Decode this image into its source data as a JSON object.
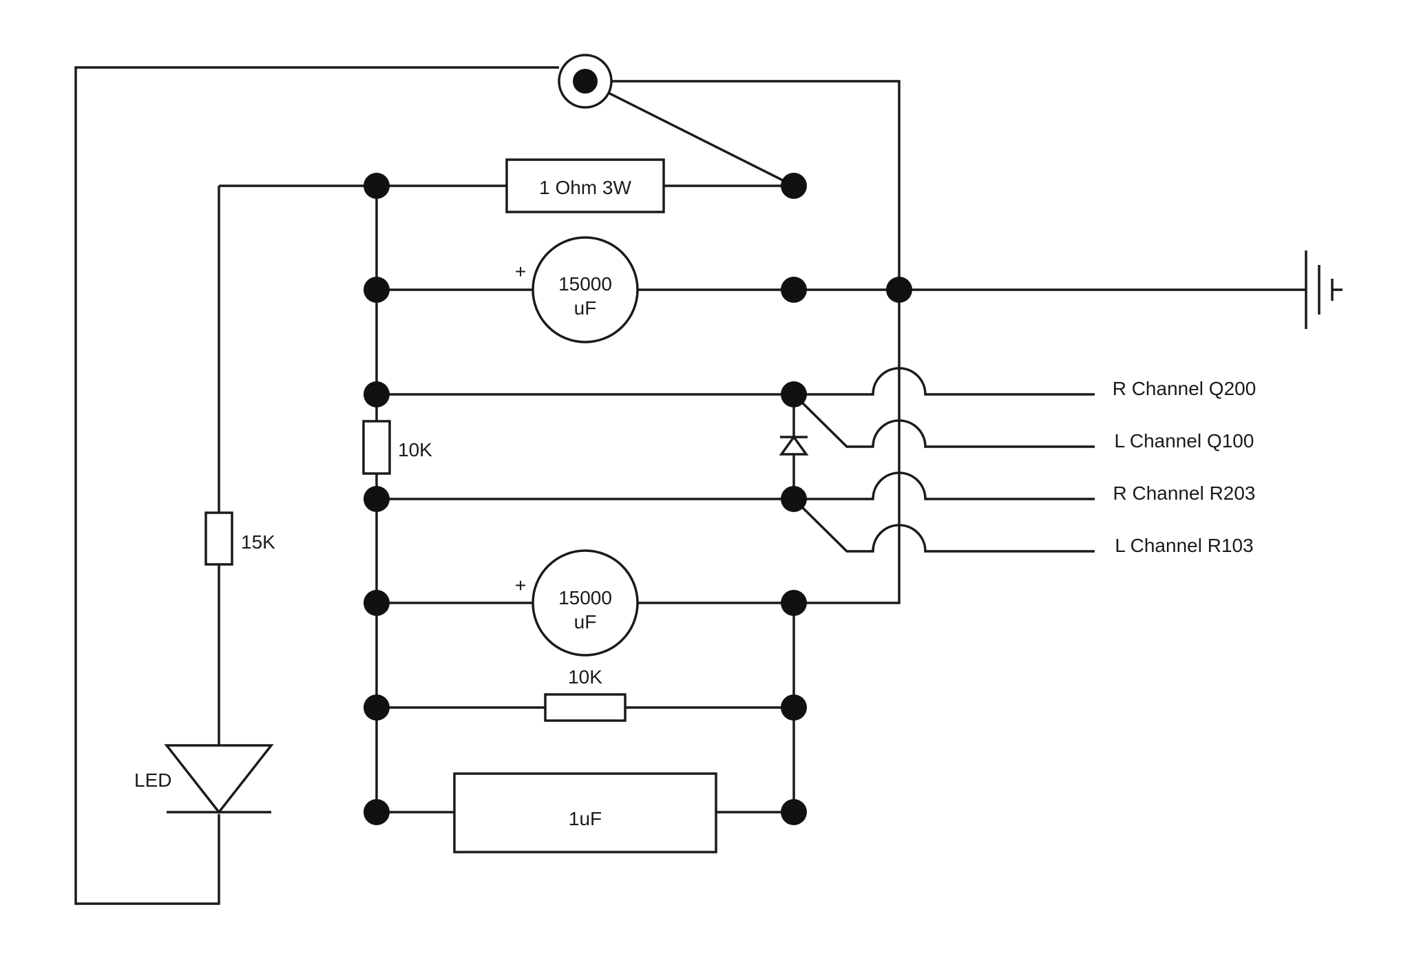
{
  "components": {
    "r_power": {
      "label": "1 Ohm 3W"
    },
    "cap_top": {
      "value": "15000",
      "unit": "uF",
      "polarity": "+"
    },
    "r_mid": {
      "label": "10K"
    },
    "r_led": {
      "label": "15K"
    },
    "led": {
      "label": "LED"
    },
    "cap_bottom": {
      "value": "15000",
      "unit": "uF",
      "polarity": "+"
    },
    "r_bottom": {
      "label": "10K"
    },
    "cap_film": {
      "label": "1uF"
    }
  },
  "outputs": [
    {
      "label": "R Channel Q200"
    },
    {
      "label": "L Channel Q100"
    },
    {
      "label": "R Channel R203"
    },
    {
      "label": "L Channel R103"
    }
  ],
  "colors": {
    "ink": "#1a1a1a",
    "background": "#ffffff"
  }
}
